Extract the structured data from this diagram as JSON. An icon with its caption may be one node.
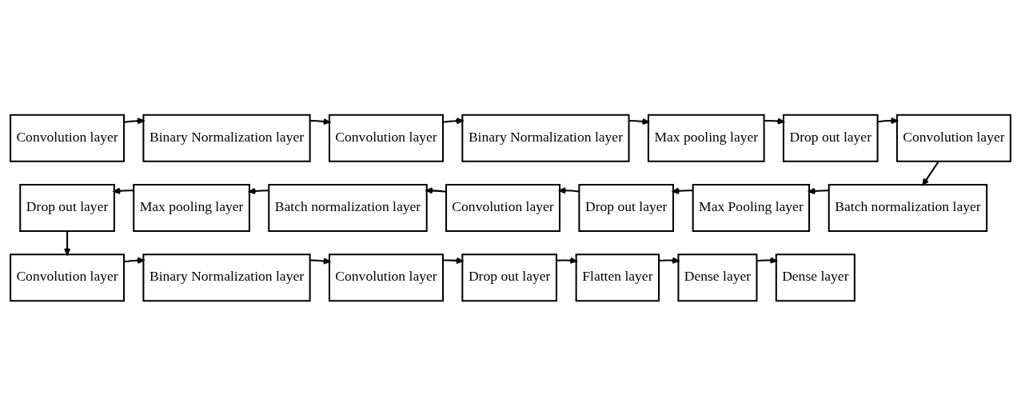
{
  "diagram": {
    "nodes": [
      {
        "text": [
          "Convolution layer"
        ]
      },
      {
        "text": [
          "Binary Normalization layer"
        ]
      },
      {
        "text": [
          "Convolution layer"
        ]
      },
      {
        "text": [
          "Binary Normalization layer"
        ]
      },
      {
        "text": [
          "Max pooling layer"
        ]
      },
      {
        "text": [
          "Drop out layer"
        ]
      },
      {
        "text": [
          "Convolution layer"
        ]
      },
      {
        "text": [
          "Drop out layer"
        ]
      },
      {
        "text": [
          "Max pooling layer"
        ]
      },
      {
        "text": [
          "Batch normalization layer"
        ]
      },
      {
        "text": [
          "Convolution layer"
        ]
      },
      {
        "text": [
          "Drop out layer"
        ]
      },
      {
        "text": [
          "Max Pooling layer"
        ]
      },
      {
        "text": [
          "Batch normalization layer"
        ]
      },
      {
        "text": [
          "Convolution layer"
        ]
      },
      {
        "text": [
          "Binary Normalization layer"
        ]
      },
      {
        "text": [
          "Convolution layer"
        ]
      },
      {
        "text": [
          "Drop out layer"
        ]
      },
      {
        "text": [
          "Flatten layer"
        ]
      },
      {
        "text": [
          "Dense layer"
        ]
      },
      {
        "text": [
          "Dense layer"
        ]
      }
    ],
    "edges": [
      {
        "from": 0,
        "to": 1,
        "arrow": "to"
      },
      {
        "from": 1,
        "to": 2,
        "arrow": "to"
      },
      {
        "from": 2,
        "to": 3,
        "arrow": "to"
      },
      {
        "from": 3,
        "to": 4,
        "arrow": "to"
      },
      {
        "from": 4,
        "to": 5,
        "arrow": "to"
      },
      {
        "from": 5,
        "to": 6,
        "arrow": "to"
      },
      {
        "from": 6,
        "to": 13,
        "arrow": "to"
      },
      {
        "from": 13,
        "to": 12,
        "arrow": "to"
      },
      {
        "from": 12,
        "to": 11,
        "arrow": "to"
      },
      {
        "from": 11,
        "to": 10,
        "arrow": "to"
      },
      {
        "from": 10,
        "to": 9,
        "arrow": "to"
      },
      {
        "from": 9,
        "to": 8,
        "arrow": "to"
      },
      {
        "from": 8,
        "to": 7,
        "arrow": "to"
      },
      {
        "from": 7,
        "to": 14,
        "arrow": "to"
      },
      {
        "from": 14,
        "to": 15,
        "arrow": "to"
      },
      {
        "from": 15,
        "to": 16,
        "arrow": "to"
      },
      {
        "from": 16,
        "to": 17,
        "arrow": "to"
      },
      {
        "from": 17,
        "to": 18,
        "arrow": "to"
      },
      {
        "from": 18,
        "to": 19,
        "arrow": "to"
      },
      {
        "from": 19,
        "to": 20,
        "arrow": "to"
      }
    ]
  }
}
